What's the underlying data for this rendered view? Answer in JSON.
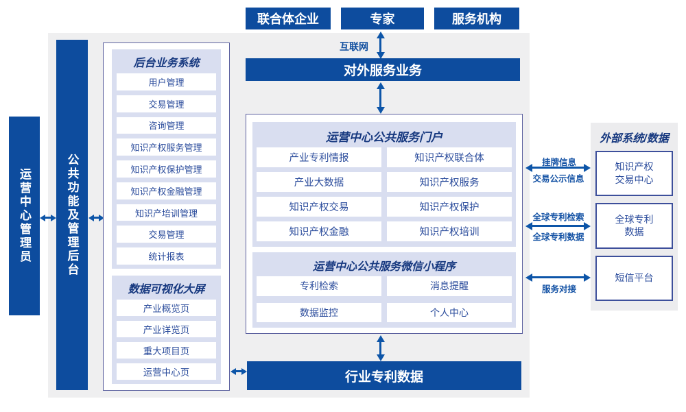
{
  "colors": {
    "primary_blue": "#0d4c9e",
    "arrow_blue": "#0d55a8",
    "lavender_panel": "#d9def0",
    "background_gray": "#efeff0",
    "box_border_navy": "#5a5f9e",
    "item_text_navy": "#2b4c9c",
    "header_text_navy": "#16387f"
  },
  "top_actors": [
    "联合体企业",
    "专家",
    "服务机构"
  ],
  "internet_label": "互联网",
  "external_service_bar": "对外服务业务",
  "industry_data_bar": "行业专利数据",
  "left_bars": {
    "operator": "运营中心管理员",
    "backend": "公共功能及管理后台"
  },
  "backend_system": {
    "title": "后台业务系统",
    "items": [
      "用户管理",
      "交易管理",
      "咨询管理",
      "知识产权服务管理",
      "知识产权保护管理",
      "知识产权金融管理",
      "知识产培训管理",
      "交易管理",
      "统计报表"
    ]
  },
  "data_screen": {
    "title": "数据可视化大屏",
    "items": [
      "产业概览页",
      "产业详览页",
      "重大项目页",
      "运营中心页"
    ]
  },
  "portal": {
    "title": "运营中心公共服务门户",
    "items": [
      "产业专利情报",
      "知识产权联合体",
      "产业大数据",
      "知识产权服务",
      "知识产权交易",
      "知识产权保护",
      "知识产权金融",
      "知识产权培训"
    ]
  },
  "mini_program": {
    "title": "运营中心公共服务微信小程序",
    "items": [
      "专利检索",
      "消息提醒",
      "数据监控",
      "个人中心"
    ]
  },
  "external_panel": {
    "title": "外部系统/数据",
    "boxes": [
      "知识产权\n交易中心",
      "全球专利\n数据",
      "短信平台"
    ]
  },
  "link_labels": {
    "listing_info": "挂牌信息",
    "trade_publicity": "交易公示信息",
    "global_patent_search": "全球专利检索",
    "global_patent_data": "全球专利数据",
    "service_connect": "服务对接"
  }
}
